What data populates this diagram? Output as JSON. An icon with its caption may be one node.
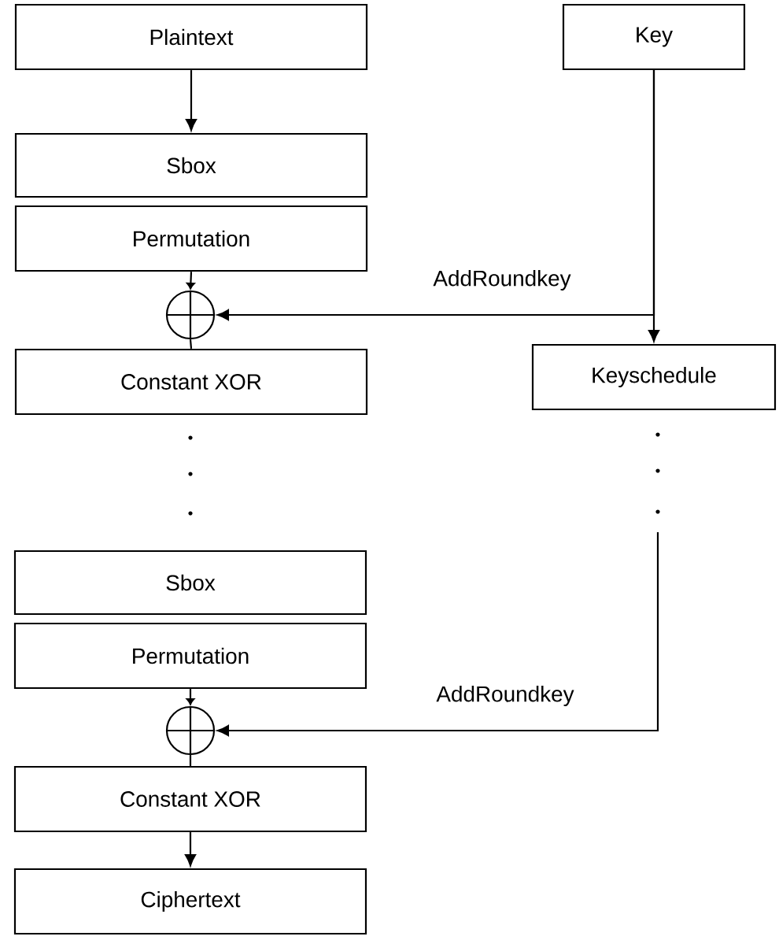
{
  "diagram": {
    "nodes": [
      {
        "text": [
          "Plaintext"
        ]
      },
      {
        "text": [
          "Key"
        ]
      },
      {
        "text": [
          "Sbox"
        ]
      },
      {
        "text": [
          "Permutation"
        ]
      },
      {
        "text": [],
        "shape": "circle"
      },
      {
        "text": [
          "Constant XOR"
        ]
      },
      {
        "text": [
          "Keyschedule"
        ]
      },
      {
        "text": [
          "Sbox"
        ]
      },
      {
        "text": [
          "Permutation"
        ]
      },
      {
        "text": [],
        "shape": "circle"
      },
      {
        "text": [
          "Constant XOR"
        ]
      },
      {
        "text": [
          "Ciphertext"
        ]
      }
    ],
    "edges": [
      {
        "from": 0,
        "to": 2,
        "arrow": "to"
      },
      {
        "from": 1,
        "to": 6,
        "arrow": "to"
      },
      {
        "from": 1,
        "to": 4,
        "arrow": "to",
        "label": "AddRoundkey"
      },
      {
        "from": 3,
        "to": 4,
        "arrow": "to"
      },
      {
        "from": 4,
        "to": 5,
        "arrow": "none"
      },
      {
        "from": 8,
        "to": 9,
        "arrow": "to"
      },
      {
        "from": null,
        "to": 9,
        "arrow": "to",
        "label": "AddRoundkey"
      },
      {
        "from": 9,
        "to": 10,
        "arrow": "none"
      },
      {
        "from": 10,
        "to": 11,
        "arrow": "to"
      }
    ]
  }
}
